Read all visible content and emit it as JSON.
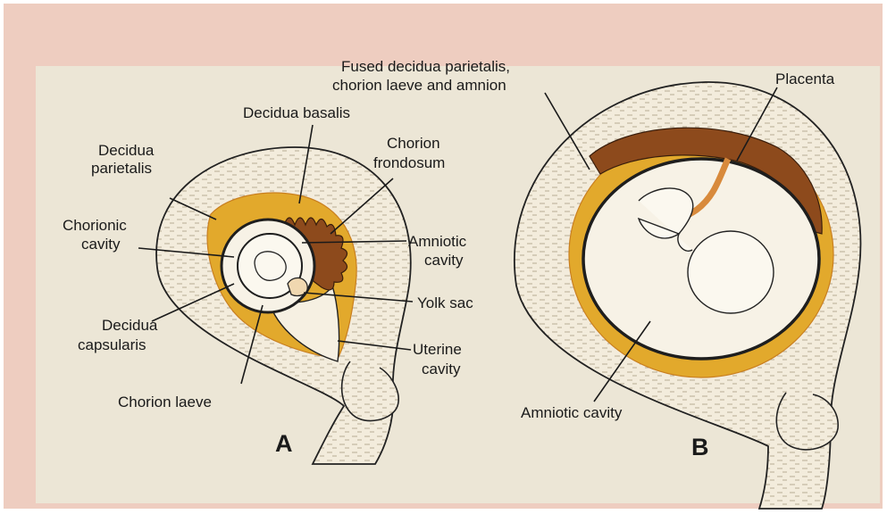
{
  "figure": {
    "panel_a": {
      "letter": "A",
      "labels": {
        "decidua_basalis": "Decidua basalis",
        "decidua_parietalis_1": "Decidua",
        "decidua_parietalis_2": "parietalis",
        "chorion_frondosum_1": "Chorion",
        "chorion_frondosum_2": "frondosum",
        "chorionic_cavity_1": "Chorionic",
        "chorionic_cavity_2": "cavity",
        "amniotic_cavity_1": "Amniotic",
        "amniotic_cavity_2": "cavity",
        "yolk_sac": "Yolk sac",
        "decidua_capsularis_1": "Decidua",
        "decidua_capsularis_2": "capsularis",
        "uterine_cavity_1": "Uterine",
        "uterine_cavity_2": "cavity",
        "chorion_laeve": "Chorion laeve"
      }
    },
    "panel_b": {
      "letter": "B",
      "labels": {
        "fused_1": "Fused decidua parietalis,",
        "fused_2": "chorion laeve and amnion",
        "placenta": "Placenta",
        "amniotic_cavity": "Amniotic cavity"
      }
    },
    "colors": {
      "paper": "#f1e6d6",
      "pink_border": "#eecdc0",
      "wall": "#f3ecdc",
      "decidua": "#e2a92c",
      "placenta": "#a05a22",
      "membrane": "#1e1e1e"
    }
  }
}
